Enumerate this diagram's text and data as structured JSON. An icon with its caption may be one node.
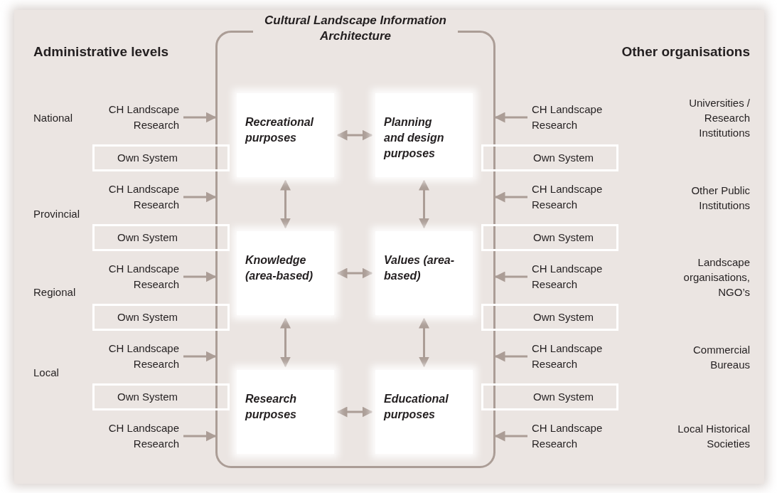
{
  "diagram": {
    "nodes": [
      {
        "text": [
          "Cultural Landscape Information Architecture"
        ]
      },
      {
        "text": [
          "Recreational purposes"
        ],
        "in": 0
      },
      {
        "text": [
          "Planning and design purposes"
        ],
        "in": 0
      },
      {
        "text": [
          "Knowledge (area-based)"
        ],
        "in": 0
      },
      {
        "text": [
          "Values (area-based)"
        ],
        "in": 0
      },
      {
        "text": [
          "Research purposes"
        ],
        "in": 0
      },
      {
        "text": [
          "Educational purposes"
        ],
        "in": 0
      },
      {
        "text": [
          "CH Landscape Research"
        ]
      },
      {
        "text": [
          "Own System"
        ]
      },
      {
        "text": [
          "CH Landscape Research"
        ]
      },
      {
        "text": [
          "Own System"
        ]
      },
      {
        "text": [
          "CH Landscape Research"
        ]
      },
      {
        "text": [
          "Own System"
        ]
      },
      {
        "text": [
          "CH Landscape Research"
        ]
      },
      {
        "text": [
          "Own System"
        ]
      },
      {
        "text": [
          "CH Landscape Research"
        ]
      },
      {
        "text": [
          "CH Landscape Research"
        ]
      },
      {
        "text": [
          "Own System"
        ]
      },
      {
        "text": [
          "CH Landscape Research"
        ]
      },
      {
        "text": [
          "Own System"
        ]
      },
      {
        "text": [
          "CH Landscape Research"
        ]
      },
      {
        "text": [
          "Own System"
        ]
      },
      {
        "text": [
          "CH Landscape Research"
        ]
      },
      {
        "text": [
          "Own System"
        ]
      },
      {
        "text": [
          "CH Landscape Research"
        ]
      }
    ],
    "edges": [
      {
        "from": 7,
        "to": 0,
        "arrow": "to"
      },
      {
        "from": 9,
        "to": 0,
        "arrow": "to"
      },
      {
        "from": 11,
        "to": 0,
        "arrow": "to"
      },
      {
        "from": 13,
        "to": 0,
        "arrow": "to"
      },
      {
        "from": 15,
        "to": 0,
        "arrow": "to"
      },
      {
        "from": 16,
        "to": 0,
        "arrow": "to"
      },
      {
        "from": 18,
        "to": 0,
        "arrow": "to"
      },
      {
        "from": 20,
        "to": 0,
        "arrow": "to"
      },
      {
        "from": 22,
        "to": 0,
        "arrow": "to"
      },
      {
        "from": 24,
        "to": 0,
        "arrow": "to"
      },
      {
        "from": 1,
        "to": 2,
        "arrow": "both"
      },
      {
        "from": 1,
        "to": 3,
        "arrow": "both"
      },
      {
        "from": 2,
        "to": 4,
        "arrow": "both"
      },
      {
        "from": 3,
        "to": 4,
        "arrow": "both"
      },
      {
        "from": 3,
        "to": 5,
        "arrow": "both"
      },
      {
        "from": 4,
        "to": 6,
        "arrow": "both"
      },
      {
        "from": 5,
        "to": 6,
        "arrow": "both"
      }
    ],
    "labels": [
      "Administrative levels",
      "Other organisations",
      "National",
      "Universities / Research Institutions",
      "Provincial",
      "Other Public Institutions",
      "Regional",
      "Landscape organisations, NGO’s",
      "Commercial Bureaus",
      "Local",
      "Local Historical Societies"
    ]
  }
}
